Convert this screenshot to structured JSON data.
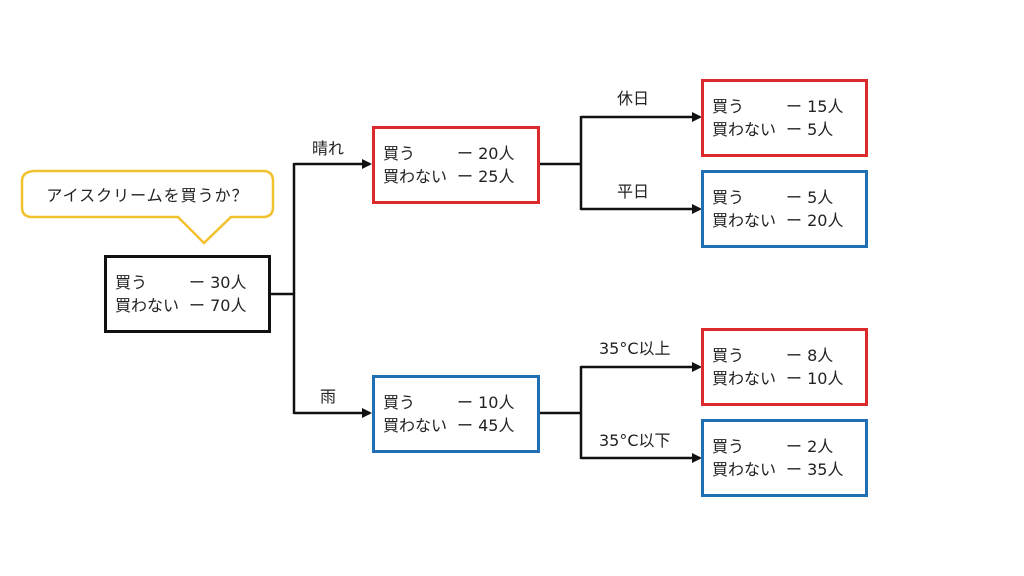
{
  "question": "アイスクリームを買うか？",
  "colors": {
    "line": "#111111",
    "buy_majority": "#dc2a2a",
    "not_buy_majority": "#1f6fb2",
    "bubble": "#f2c12e"
  },
  "nodes": {
    "root": {
      "buy_label": "買う",
      "buy_value": "ー 30人",
      "nobuy_label": "買わない",
      "nobuy_value": "ー 70人"
    },
    "sunny": {
      "buy_label": "買う",
      "buy_value": "ー 20人",
      "nobuy_label": "買わない",
      "nobuy_value": "ー 25人"
    },
    "rain": {
      "buy_label": "買う",
      "buy_value": "ー 10人",
      "nobuy_label": "買わない",
      "nobuy_value": "ー 45人"
    },
    "holiday": {
      "buy_label": "買う",
      "buy_value": "ー 15人",
      "nobuy_label": "買わない",
      "nobuy_value": "ー 5人"
    },
    "weekday": {
      "buy_label": "買う",
      "buy_value": "ー 5人",
      "nobuy_label": "買わない",
      "nobuy_value": "ー 20人"
    },
    "hot": {
      "buy_label": "買う",
      "buy_value": "ー 8人",
      "nobuy_label": "買わない",
      "nobuy_value": "ー 10人"
    },
    "cool": {
      "buy_label": "買う",
      "buy_value": "ー 2人",
      "nobuy_label": "買わない",
      "nobuy_value": "ー 35人"
    }
  },
  "edges": {
    "sunny": "晴れ",
    "rain": "雨",
    "holiday": "休日",
    "weekday": "平日",
    "hot": "35°C以上",
    "cool": "35°C以下"
  }
}
